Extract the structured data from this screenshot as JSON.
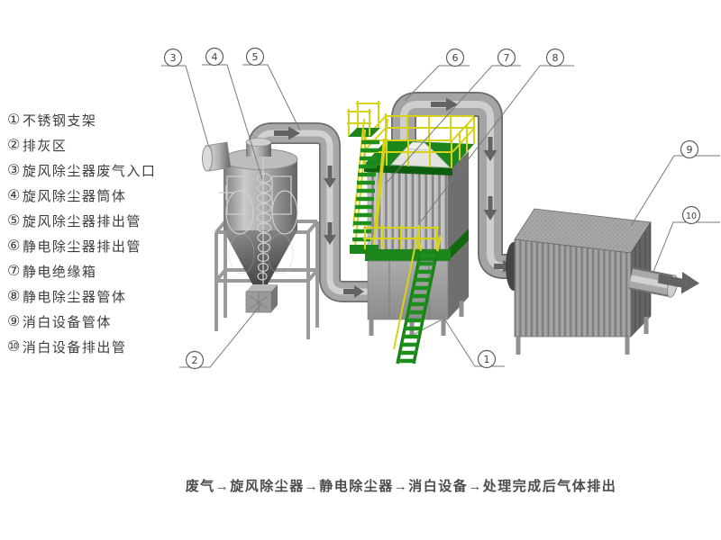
{
  "legend": {
    "items": [
      {
        "num": "①",
        "label": "不锈钢支架"
      },
      {
        "num": "②",
        "label": "排灰区"
      },
      {
        "num": "③",
        "label": "旋风除尘器废气入口"
      },
      {
        "num": "④",
        "label": "旋风除尘器筒体"
      },
      {
        "num": "⑤",
        "label": "旋风除尘器排出管"
      },
      {
        "num": "⑥",
        "label": "静电除尘器排出管"
      },
      {
        "num": "⑦",
        "label": "静电绝缘箱"
      },
      {
        "num": "⑧",
        "label": "静电除尘器管体"
      },
      {
        "num": "⑨",
        "label": "消白设备管体"
      },
      {
        "num": "⑩",
        "label": "消白设备排出管"
      }
    ]
  },
  "flow_caption": "废气→旋风除尘器→静电除尘器→消白设备→处理完成后气体排出",
  "diagram": {
    "callouts": [
      {
        "label": "1"
      },
      {
        "label": "2"
      },
      {
        "label": "3"
      },
      {
        "label": "4"
      },
      {
        "label": "5"
      },
      {
        "label": "6"
      },
      {
        "label": "7"
      },
      {
        "label": "8"
      },
      {
        "label": "9"
      },
      {
        "label": "10"
      }
    ]
  },
  "colors": {
    "platform_green": "#1c851c",
    "railing_yellow": "#d6d218",
    "ladder_green": "#1d8f1d",
    "pipe_gray": "#a7a7a7",
    "equipment_gray": "#9a9a9a",
    "callout_line_gray": "#7a7a7a",
    "text_gray": "#3c3c3c"
  }
}
